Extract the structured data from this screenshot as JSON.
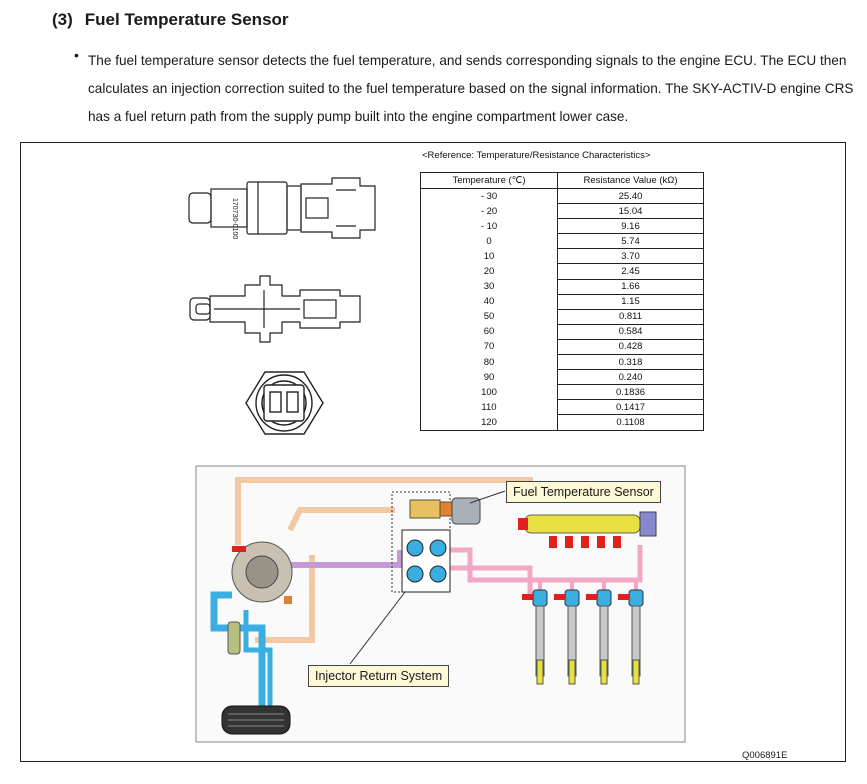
{
  "section": {
    "number": "(3)",
    "title": "Fuel Temperature Sensor"
  },
  "description": "The fuel temperature sensor detects the fuel temperature, and sends corresponding signals to the engine ECU. The ECU then calculates an injection correction suited to the fuel temperature based on the signal information. The SKY-ACTIV-D engine CRS has a fuel return path from the supply pump built into the engine compartment lower case.",
  "reference_title": "<Reference: Temperature/Resistance Characteristics>",
  "table": {
    "headers": [
      "Temperature (℃)",
      "Resistance Value (kΩ)"
    ],
    "rows": [
      [
        "- 30",
        "25.40"
      ],
      [
        "- 20",
        "15.04"
      ],
      [
        "- 10",
        "9.16"
      ],
      [
        "0",
        "5.74"
      ],
      [
        "10",
        "3.70"
      ],
      [
        "20",
        "2.45"
      ],
      [
        "30",
        "1.66"
      ],
      [
        "40",
        "1.15"
      ],
      [
        "50",
        "0.811"
      ],
      [
        "60",
        "0.584"
      ],
      [
        "70",
        "0.428"
      ],
      [
        "80",
        "0.318"
      ],
      [
        "90",
        "0.240"
      ],
      [
        "100",
        "0.1836"
      ],
      [
        "110",
        "0.1417"
      ],
      [
        "120",
        "0.1108"
      ]
    ]
  },
  "sensor_marking": "170730-0100",
  "callouts": {
    "sensor": "Fuel Temperature Sensor",
    "return_system": "Injector Return System"
  },
  "figure_code": "Q006891E",
  "colors": {
    "return_line": "#f2c9a0",
    "supply_line": "#3aaee0",
    "high_pressure": "#f2a8c4",
    "low_return": "#c79ad6",
    "rail": "#e8e040",
    "injector_red": "#e02020"
  }
}
